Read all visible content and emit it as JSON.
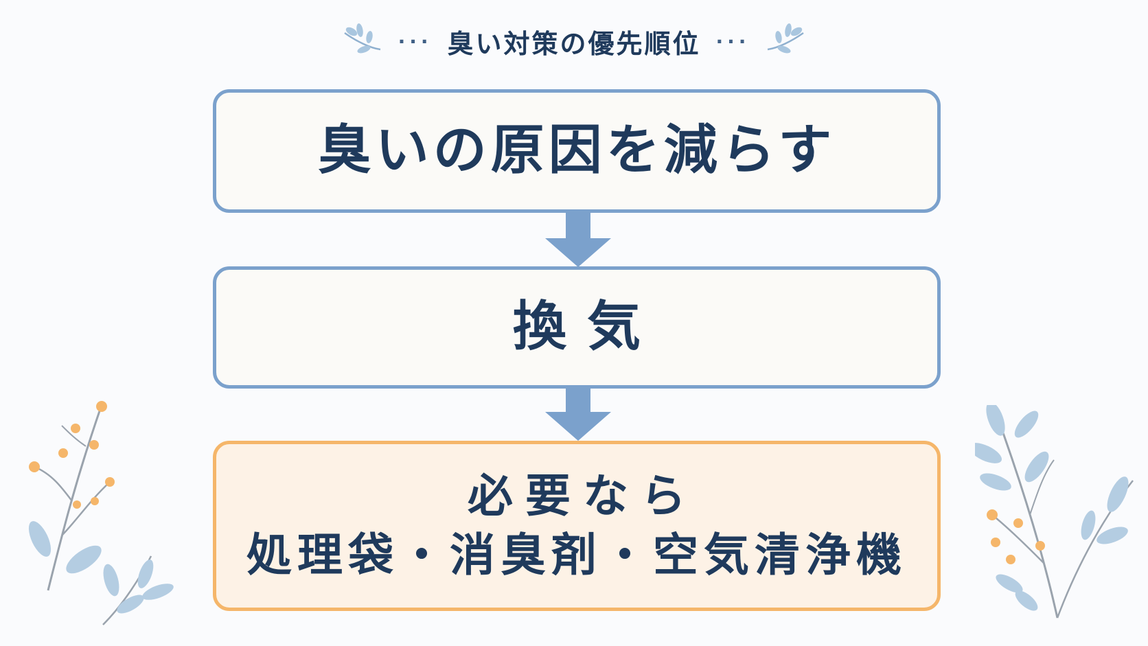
{
  "title": {
    "text": "臭い対策の優先順位",
    "dots_left": "···",
    "dots_right": "···"
  },
  "steps": [
    {
      "label": "臭いの原因を減らす"
    },
    {
      "label": "換気"
    },
    {
      "label_line1": "必要なら",
      "label_line2": "処理袋・消臭剤・空気清浄機"
    }
  ],
  "colors": {
    "primary_text": "#1f3a5c",
    "blue_border": "#7ba1cc",
    "orange_border": "#f5b66a",
    "orange_fill": "#fdf2e6",
    "arrow": "#7ba1cc",
    "leaf": "#a9c6df",
    "berry": "#f5b66a"
  },
  "icons": {
    "title_decoration": "leaf-sprig-icon",
    "connector": "arrow-down-icon",
    "corner_decoration": "botanical-branch-icon"
  }
}
